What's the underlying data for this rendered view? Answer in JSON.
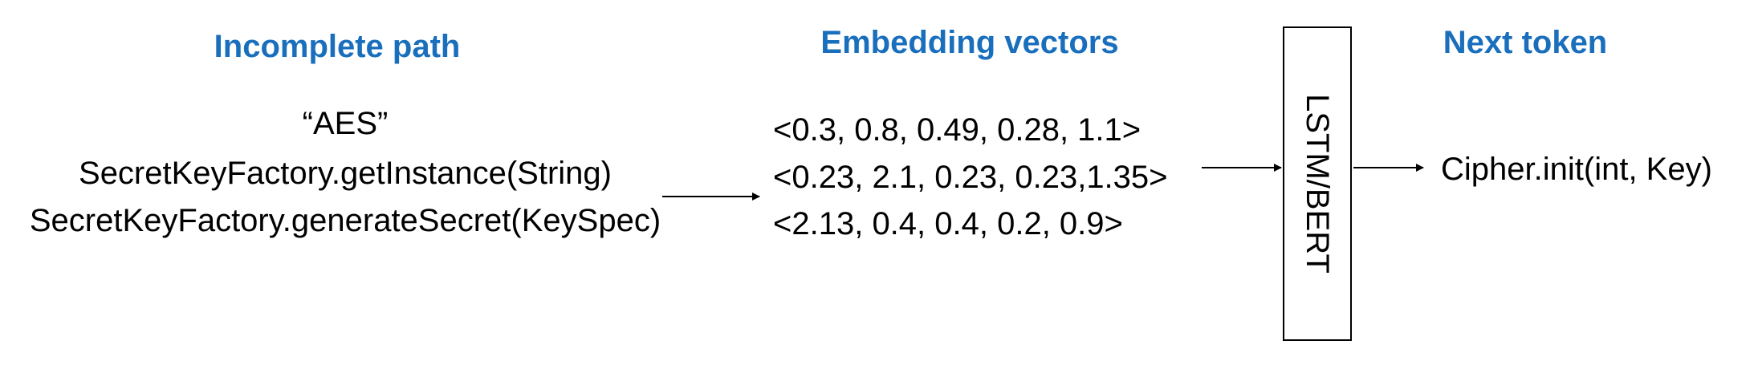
{
  "headings": {
    "incomplete_path": "Incomplete path",
    "embedding_vectors": "Embedding vectors",
    "next_token": "Next token"
  },
  "incomplete_path_lines": [
    "“AES”",
    "SecretKeyFactory.getInstance(String)",
    "SecretKeyFactory.generateSecret(KeySpec)"
  ],
  "embedding_vectors": [
    "<0.3, 0.8, 0.49, 0.28, 1.1>",
    "<0.23, 2.1, 0.23, 0.23,1.35>",
    "<2.13, 0.4, 0.4, 0.2, 0.9>"
  ],
  "model": {
    "label": "LSTM/BERT"
  },
  "next_token": "Cipher.init(int, Key)",
  "colors": {
    "heading": "#1a6fbd",
    "text": "#000000",
    "line": "#000000"
  }
}
